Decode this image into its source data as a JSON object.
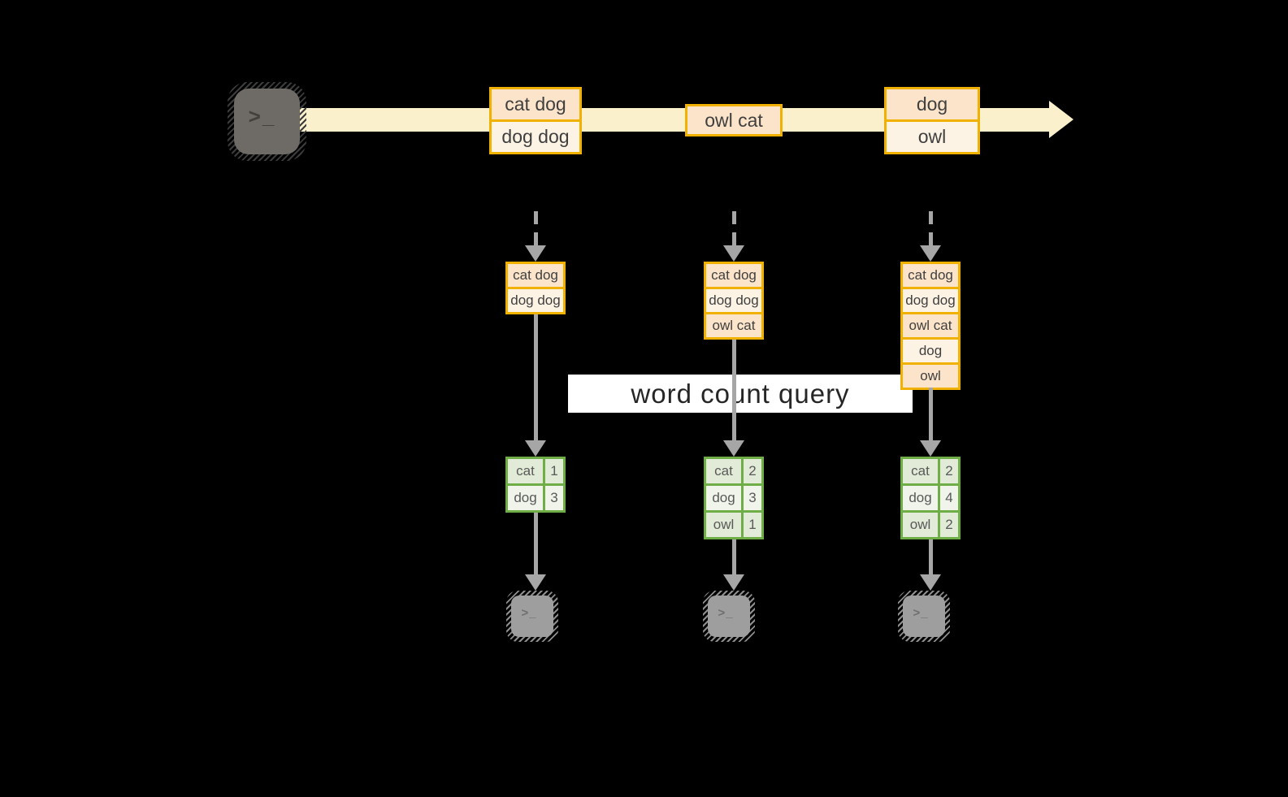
{
  "glyphs": {
    "prompt": ">_"
  },
  "timeline": {
    "events": [
      {
        "cells": [
          "cat dog",
          "dog dog"
        ]
      },
      {
        "cells": [
          "owl cat"
        ]
      },
      {
        "cells": [
          "dog",
          "owl"
        ]
      }
    ]
  },
  "query": {
    "label": "word count query"
  },
  "columns": [
    {
      "state": [
        "cat dog",
        "dog dog"
      ],
      "counts": [
        {
          "word": "cat",
          "count": "1"
        },
        {
          "word": "dog",
          "count": "3"
        }
      ]
    },
    {
      "state": [
        "cat dog",
        "dog dog",
        "owl cat"
      ],
      "counts": [
        {
          "word": "cat",
          "count": "2"
        },
        {
          "word": "dog",
          "count": "3"
        },
        {
          "word": "owl",
          "count": "1"
        }
      ]
    },
    {
      "state": [
        "cat dog",
        "dog dog",
        "owl cat",
        "dog",
        "owl"
      ],
      "counts": [
        {
          "word": "cat",
          "count": "2"
        },
        {
          "word": "dog",
          "count": "4"
        },
        {
          "word": "owl",
          "count": "2"
        }
      ]
    }
  ],
  "icons": {
    "source": "terminal-icon",
    "sinks": [
      "terminal-icon",
      "terminal-icon",
      "terminal-icon"
    ]
  },
  "colors": {
    "background": "#000000",
    "stream_band": "#FBF0CC",
    "event_border": "#F1B100",
    "event_fill_peach": "#FBE4CA",
    "event_fill_light": "#FDF3E4",
    "table_border": "#6FAD47",
    "table_row_dark": "#E1EBD7",
    "table_row_light": "#F0F4EB",
    "arrow_gray": "#A6A6A6",
    "terminal_dark": "#6E6A66",
    "terminal_light": "#9E9E9E"
  }
}
